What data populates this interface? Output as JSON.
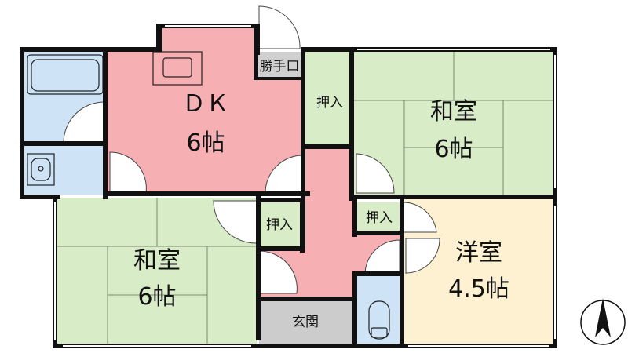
{
  "rooms": {
    "dk": {
      "name": "ＤＫ",
      "size": "6帖"
    },
    "washitsu_upper": {
      "name": "和室",
      "size": "6帖"
    },
    "washitsu_lower": {
      "name": "和室",
      "size": "6帖"
    },
    "yoshitsu": {
      "name": "洋室",
      "size": "4.5帖"
    }
  },
  "labels": {
    "katteguchi": "勝手口",
    "oshiire_top": "押入",
    "oshiire_mid_left": "押入",
    "oshiire_mid_right": "押入",
    "genkan": "玄関"
  },
  "compass": {
    "symbol": "north-arrow"
  },
  "colors": {
    "dk": "#f6b0b4",
    "hall": "#f6b0b4",
    "tatami": "#d9ecc8",
    "yoshitsu": "#fdf1d2",
    "bath": "#cfe3f7",
    "genkan": "#cccccc",
    "closet": "#d9ecc8",
    "wall": "#111111"
  }
}
